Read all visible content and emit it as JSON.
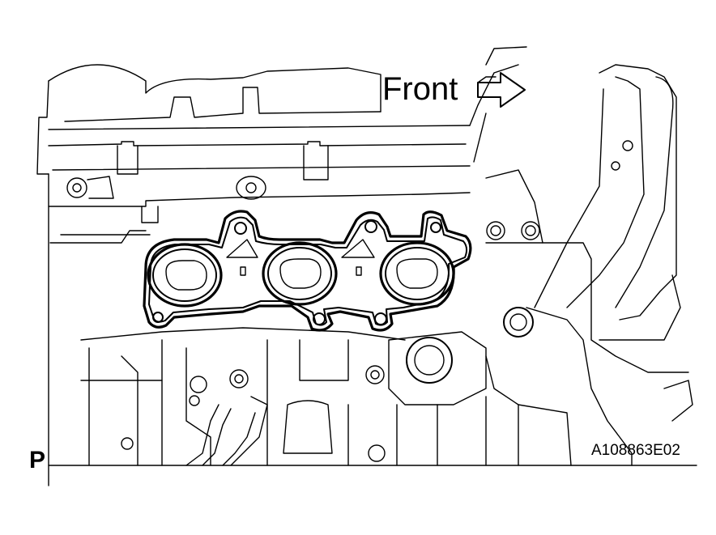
{
  "labels": {
    "front": "Front",
    "view_marker": "P",
    "figure_id": "A108863E02"
  },
  "colors": {
    "line": "#000000",
    "background": "#ffffff"
  },
  "icons": {
    "direction": "front-arrow-icon"
  }
}
